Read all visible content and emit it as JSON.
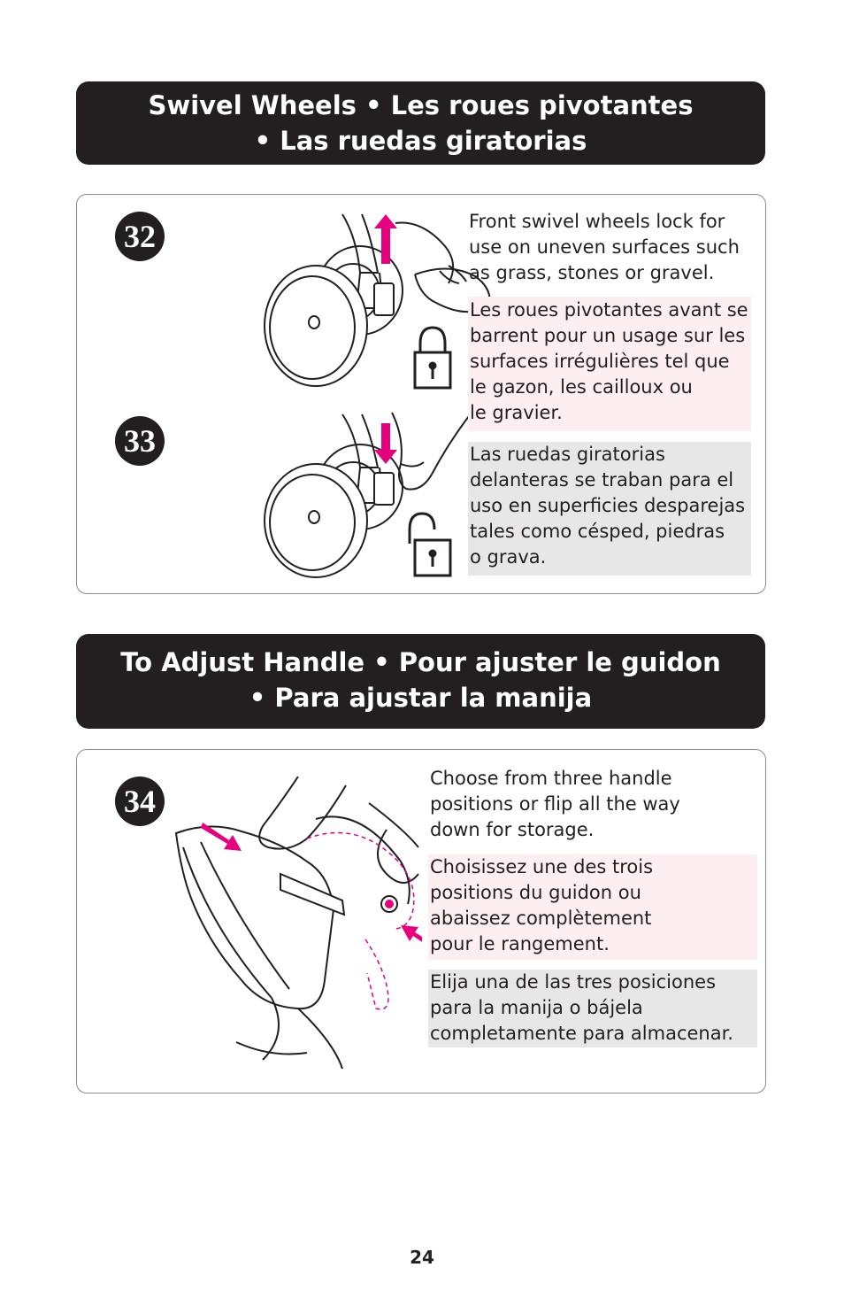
{
  "sections": [
    {
      "title_line1": "Swivel Wheels  •  Les roues pivotantes",
      "title_line2": "•  Las ruedas giratorias"
    },
    {
      "title_line1": "To Adjust Handle  •  Pour ajuster le guidon",
      "title_line2": "•  Para ajustar la manija"
    }
  ],
  "steps": {
    "s32": "32",
    "s33": "33",
    "s34": "34"
  },
  "swivel_text": {
    "en": "Front swivel wheels lock for\nuse on uneven surfaces such\nas grass, stones or gravel.",
    "fr": "Les roues pivotantes avant se\nbarrent pour un usage sur les\nsurfaces irrégulières tel que\nle gazon, les cailloux ou\nle gravier.",
    "es": "Las ruedas giratorias\ndelanteras se traban para el\nuso en superficies desparejas\ntales como césped, piedras\no grava."
  },
  "handle_text": {
    "en": "Choose from three handle\npositions or flip all the way\ndown for storage.",
    "fr": "Choisissez une des trois\npositions du guidon ou\nabaissez complètement\npour le rangement.",
    "es": "Elija una de las tres posiciones\npara la manija o bájela\ncompletamente para almacenar."
  },
  "icons": {
    "step32_illustration": "wheel-lock-up-illustration",
    "step33_illustration": "wheel-lock-down-illustration",
    "step34_illustration": "handle-adjust-illustration",
    "lock_closed": "lock-closed-icon",
    "lock_open": "lock-open-icon",
    "arrow": "pink-arrow-icon"
  },
  "colors": {
    "banner": "#231f20",
    "accent": "#e6007e",
    "fr_bg": "#fdeef2",
    "es_bg": "#e6e7e6"
  },
  "page_number": "24"
}
